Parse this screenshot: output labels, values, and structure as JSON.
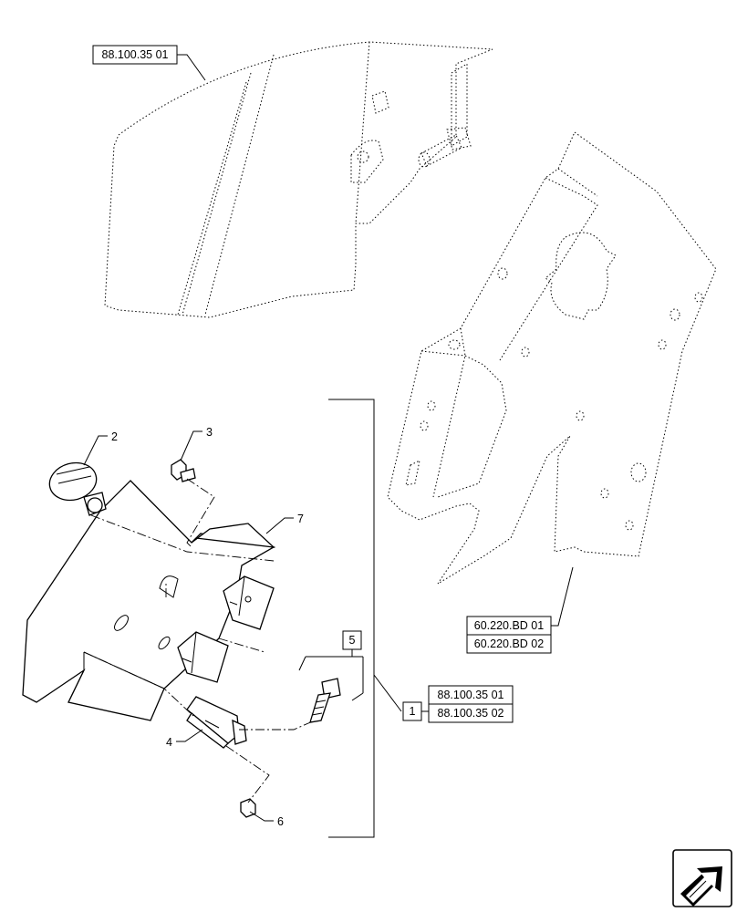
{
  "references": {
    "top_left": "88.100.35 01",
    "right_1": "60.220.BD 01",
    "right_2": "60.220.BD 02",
    "main_1": "88.100.35 01",
    "main_2": "88.100.35 02"
  },
  "callouts": {
    "c1": "1",
    "c2": "2",
    "c3": "3",
    "c4": "4",
    "c5": "5",
    "c6": "6",
    "c7": "7"
  },
  "icons": {
    "nav": "next-page-arrow-icon"
  }
}
